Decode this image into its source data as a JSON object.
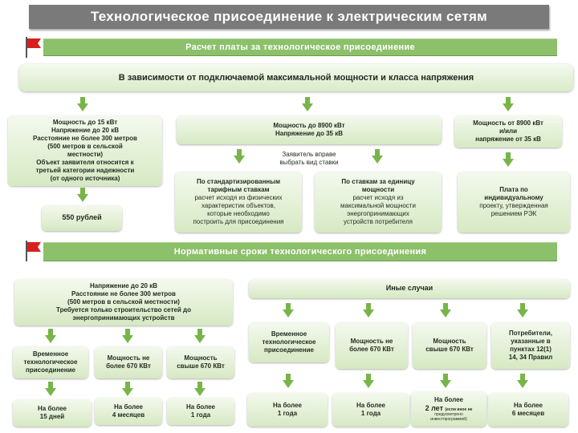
{
  "title": "Технологическое присоединение к электрическим сетям",
  "section1": {
    "header": "Расчет платы  за технологическое присоединение",
    "subtitle": "В зависимости от подключаемой  максимальной мощности и класса напряжения",
    "box_left": [
      "Мощность до 15 кВт",
      "Напряжение до 20 кВ",
      "Расстояние не более 300 метров",
      "(500 метров в сельской",
      "местности)",
      "Объект заявителя относится к",
      "третьей категории надежности",
      "(от одного источника)"
    ],
    "price_left": "550 рублей",
    "box_mid": [
      "Мощность до 8900 кВт",
      "Напряжение до 35 кВ"
    ],
    "choice_note": [
      "Заявитель вправе",
      "выбрать вид ставки"
    ],
    "box_std": {
      "heading": [
        "По стандартизированным",
        "тарифным ставкам"
      ],
      "lines": [
        "расчет исходя из физических",
        "характеристик объектов,",
        "которые необходимо",
        "построить для присоединения"
      ]
    },
    "box_unit": {
      "heading": [
        "По ставкам за единицу",
        "мощности"
      ],
      "lines": [
        "расчет исходя из",
        "максимальной мощности",
        "энергопринимающих",
        "устройств потребителя"
      ]
    },
    "box_right": [
      "Мощность от 8900 кВт",
      "и/или",
      "напряжение от 35 кВ"
    ],
    "box_rek": [
      "Плата по",
      "индивидуальному",
      "проекту, утвержденная",
      "решением РЭК"
    ]
  },
  "section2": {
    "header": "Нормативные сроки технологического присоединения",
    "left_group": [
      "Напряжение до 20 кВ",
      "Расстояние не более 300 метров",
      "(500 метров в сельской местности)",
      "Требуется только строительство сетей до",
      "энергопринимающих устройств"
    ],
    "right_group": "Иные случаи",
    "left_cats": [
      {
        "label": [
          "Временное",
          "технологическое",
          "присоединение"
        ],
        "term": [
          "На более",
          "15 дней"
        ]
      },
      {
        "label": [
          "Мощность не",
          "более 670 КВт"
        ],
        "term": [
          "На более",
          "4 месяцев"
        ]
      },
      {
        "label": [
          "Мощность",
          "свыше 670 КВт"
        ],
        "term": [
          "На более",
          "1 года"
        ]
      }
    ],
    "right_cats": [
      {
        "label": [
          "Временное",
          "технологическое",
          "присоединение"
        ],
        "term": [
          "На более",
          "1 года"
        ]
      },
      {
        "label": [
          "Мощность не",
          "более 670 КВт"
        ],
        "term": [
          "На более",
          "1 года"
        ]
      },
      {
        "label": [
          "Мощность",
          "свыше 670 КВт"
        ],
        "term": [
          "На более",
          "2 лет"
        ],
        "term_note": [
          "(если иное не",
          "предусмотрено",
          "инвестпрограммой)"
        ]
      },
      {
        "label": [
          "Потребители,",
          "указанные в",
          "пунктах  12(1)",
          "14, 34 Правил"
        ],
        "term": [
          "На более",
          "6 месяцев"
        ]
      }
    ]
  },
  "colors": {
    "header_bar": "#8cc06a",
    "arrow": "#78b548",
    "flag": "#d81e1e",
    "title_bg": "#7a7a7a"
  }
}
